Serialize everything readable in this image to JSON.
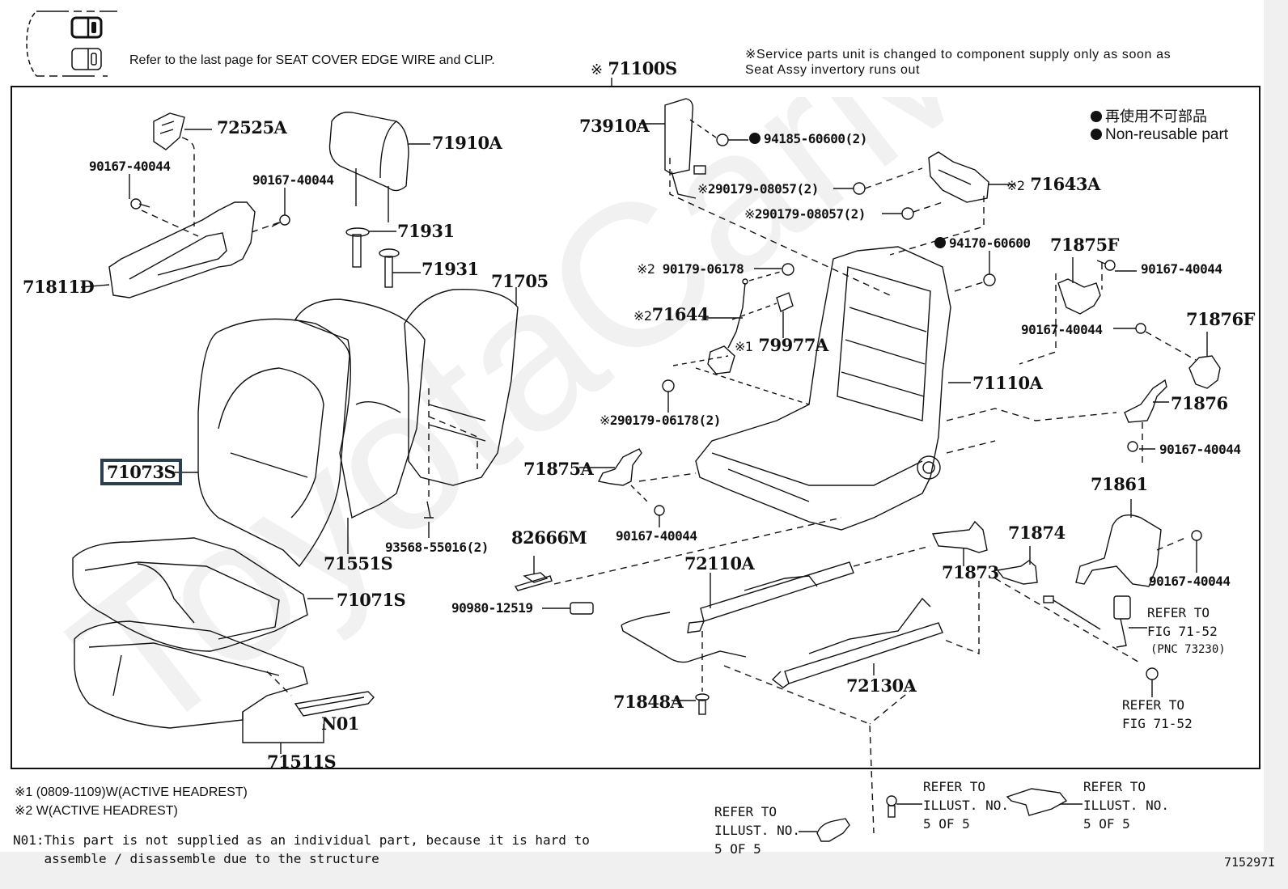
{
  "header": {
    "edge_wire_note": "Refer to the last page for SEAT COVER EDGE WIRE and CLIP.",
    "assembly_mark": "※",
    "assembly_part": "71100S",
    "service_note_line1": "※Service parts unit is changed to component supply only as soon as",
    "service_note_line2": "Seat Assy invertory runs out"
  },
  "legend": {
    "items": [
      {
        "icon": "filled-circle-icon",
        "label": "再使用不可部品"
      },
      {
        "icon": "filled-circle-icon",
        "label": "Non-reusable part"
      }
    ]
  },
  "parts": {
    "p72525A": "72525A",
    "p90167_a": "90167-40044",
    "p90167_b": "90167-40044",
    "p71910A": "71910A",
    "p71931_a": "71931",
    "p71931_b": "71931",
    "p71811D": "71811D",
    "p71705": "71705",
    "p71073S": "71073S",
    "p71551S": "71551S",
    "p93568": "93568-55016(2)",
    "p71071S": "71071S",
    "pN01": "N01",
    "p71511S": "71511S",
    "p73910A": "73910A",
    "p94185": "94185-60600(2)",
    "p90179_08057_a": "290179-08057(2)",
    "p90179_08057_b": "290179-08057(2)",
    "p71643A": "71643A",
    "p94170": "94170-60600",
    "p71875F": "71875F",
    "p90167_c": "90167-40044",
    "p90179_06178": "90179-06178",
    "p71644": "71644",
    "p79977A": "79977A",
    "p90167_d": "90167-40044",
    "p71876F": "71876F",
    "p71110A": "71110A",
    "p71876": "71876",
    "p90179_06178_2": "290179-06178(2)",
    "p90167_e": "90167-40044",
    "p71875A": "71875A",
    "p90167_f": "90167-40044",
    "p82666M": "82666M",
    "p90980": "90980-12519",
    "p72110A": "72110A",
    "p71861": "71861",
    "p71874": "71874",
    "p71873": "71873",
    "p90167_g": "90167-40044",
    "p72130A": "72130A",
    "p71848A": "71848A"
  },
  "marks": {
    "m1": "※1",
    "m2": "※2",
    "m": "※"
  },
  "refers": {
    "fig_71_52_a": "REFER TO\nFIG 71-52",
    "pnc": "(PNC 73230)",
    "fig_71_52_b": "REFER TO\nFIG 71-52",
    "illust_a": "REFER TO\nILLUST. NO.\n5 OF 5",
    "illust_b": "REFER TO\nILLUST. NO.\n5 OF 5",
    "illust_c": "REFER TO\nILLUST. NO.\n5 OF 5"
  },
  "footnotes": {
    "note1": "※1 (0809-1109)W(ACTIVE HEADREST)",
    "note2": "※2 W(ACTIVE HEADREST)",
    "n01_line1": "N01:This part is not supplied as an individual part, because it is hard to",
    "n01_line2": "    assemble / disassemble due to the structure"
  },
  "figure_id": "715297I",
  "watermark": "ToyotaCarMine.ru",
  "colors": {
    "highlight": "#2c3e50",
    "line": "#111111",
    "band": "#f0f0f0"
  }
}
